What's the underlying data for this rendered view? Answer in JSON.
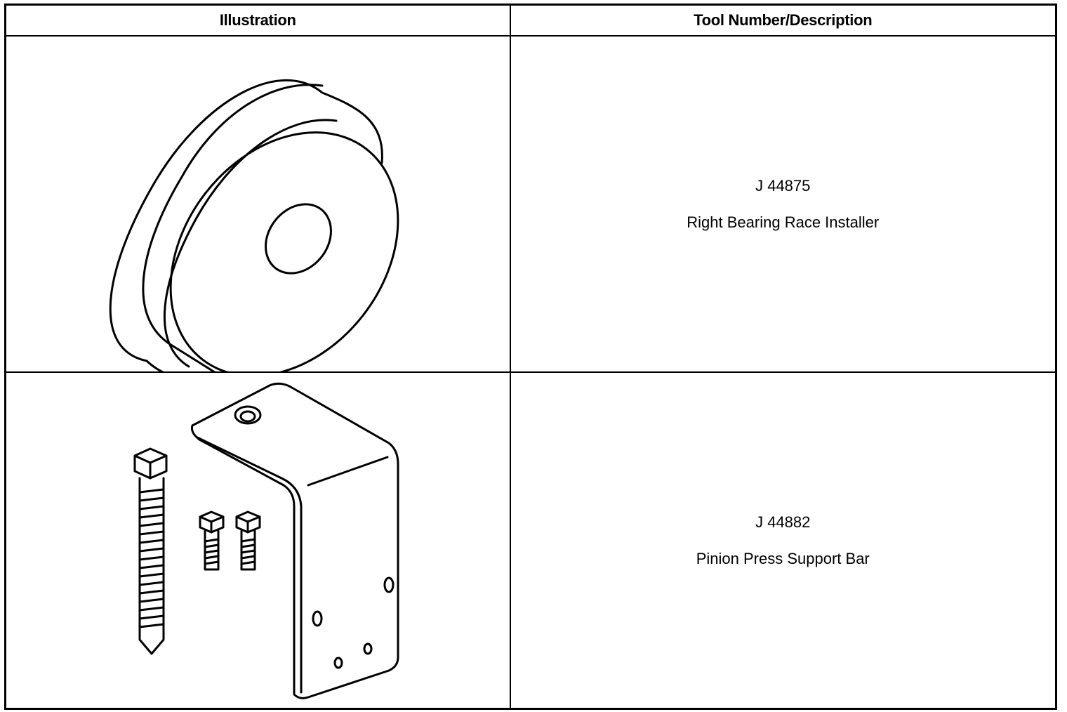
{
  "table": {
    "headers": {
      "illustration": "Illustration",
      "description": "Tool Number/Description"
    },
    "rows": [
      {
        "tool_number": "J 44875",
        "description": "Right Bearing Race Installer",
        "illustration": "bearing-race-installer-drawing"
      },
      {
        "tool_number": "J 44882",
        "description": "Pinion Press Support Bar",
        "illustration": "support-bar-with-bolts-drawing"
      }
    ]
  }
}
